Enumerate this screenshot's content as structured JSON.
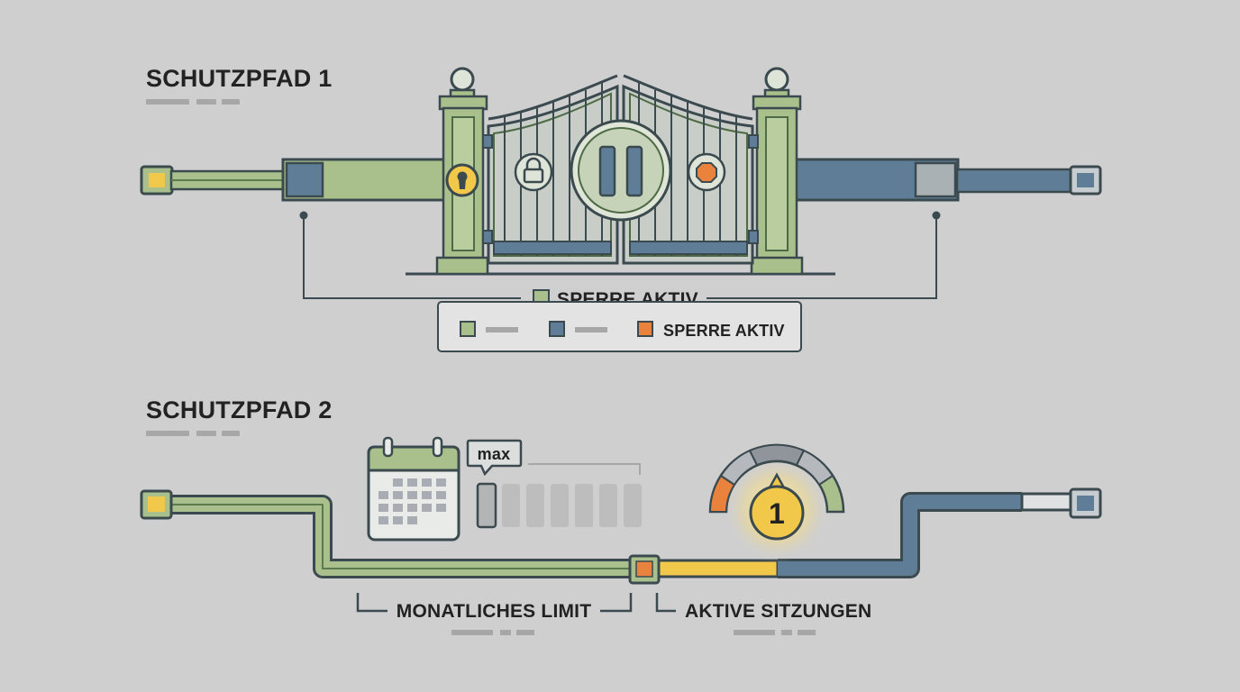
{
  "section1": {
    "title": "SCHUTZPFAD 1",
    "status_label": "SPERRE AKTIV",
    "legend": {
      "entries": [
        {
          "color": "#a9c08c",
          "label": ""
        },
        {
          "color": "#5f7d96",
          "label": ""
        },
        {
          "color": "#e8823c",
          "label": "SPERRE AKTIV"
        }
      ]
    }
  },
  "section2": {
    "title": "SCHUTZPFAD 2",
    "bubble_label": "max",
    "gauge_value": "1",
    "left_caption": "MONATLICHES LIMIT",
    "right_caption": "AKTIVE SITZUNGEN"
  },
  "colors": {
    "green": "#a9c08c",
    "green_stroke": "#4e6b45",
    "blue": "#5f7d96",
    "yellow": "#f2c84b",
    "orange": "#e8823c",
    "outline": "#3b4a4f",
    "background": "#cfcfd0"
  },
  "icons": [
    "keyhole-icon",
    "padlock-icon",
    "pause-icon",
    "stop-icon",
    "calendar-icon",
    "gauge-icon"
  ]
}
